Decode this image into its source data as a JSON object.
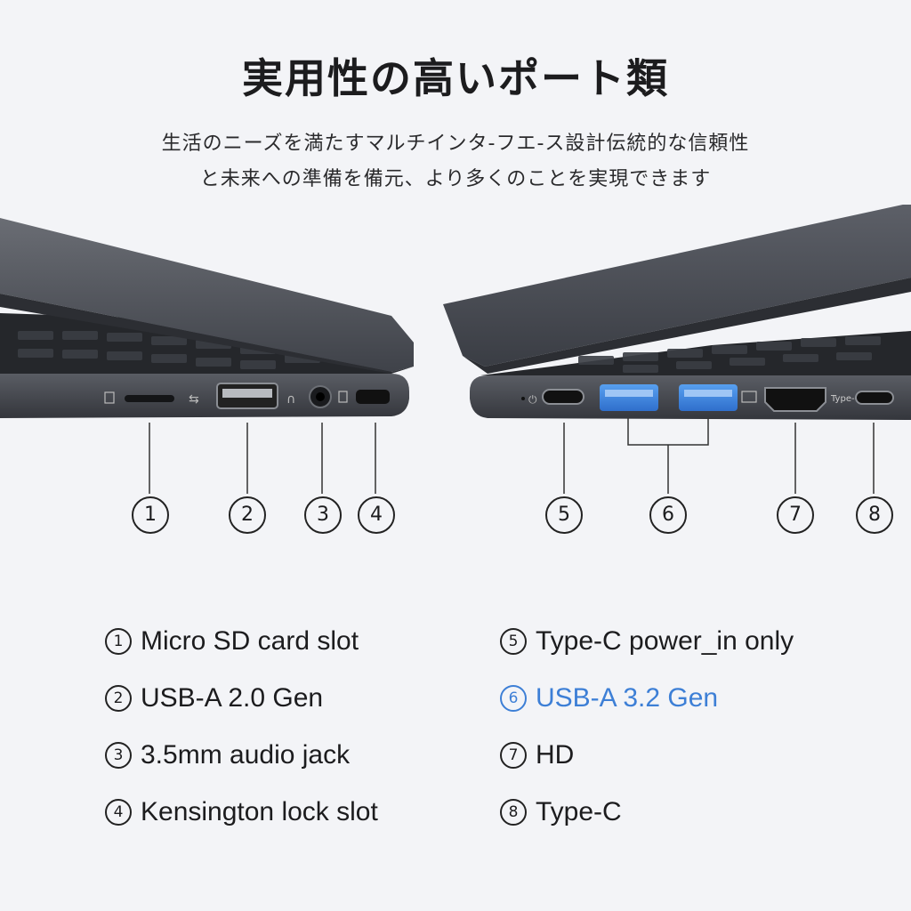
{
  "header": {
    "title": "実用性の高いポート類",
    "subtitle_line1": "生活のニーズを満たすマルチインタ-フエ-ス設計伝統的な信頼性",
    "subtitle_line2": "と未来への準備を備元、より多くのことを実現できます"
  },
  "ports": [
    {
      "num": "1",
      "label": "Micro SD card slot"
    },
    {
      "num": "2",
      "label": "USB-A 2.0 Gen"
    },
    {
      "num": "3",
      "label": "3.5mm audio jack"
    },
    {
      "num": "4",
      "label": "Kensington lock slot"
    },
    {
      "num": "5",
      "label": "Type-C power_in only"
    },
    {
      "num": "6",
      "label": "USB-A 3.2 Gen"
    },
    {
      "num": "7",
      "label": "HD"
    },
    {
      "num": "8",
      "label": "Type-C"
    }
  ],
  "port_text": {
    "type_c_marking": "Type-C"
  },
  "colors": {
    "highlight": "#3d7fd6",
    "laptop_body": "#4a4d55",
    "background": "#f3f4f7"
  }
}
